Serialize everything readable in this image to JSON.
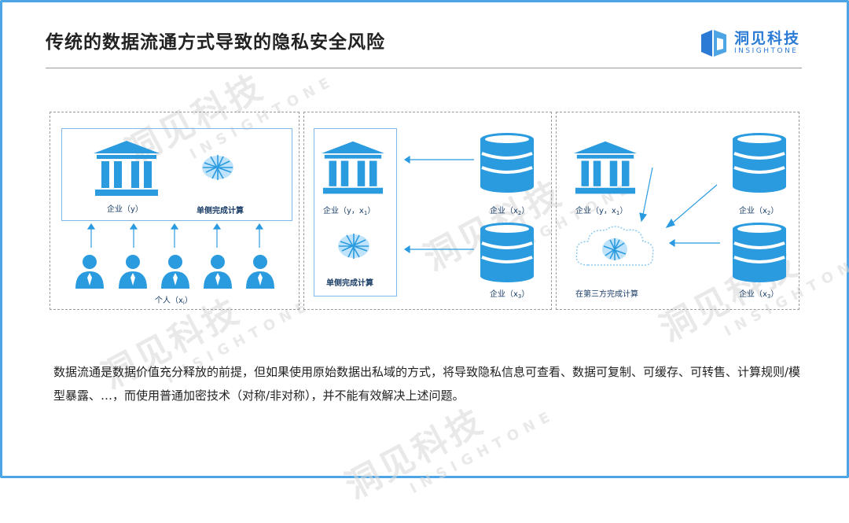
{
  "title": "传统的数据流通方式导致的隐私安全风险",
  "logo": {
    "name": "洞见科技",
    "sub": "INSIGHTONE"
  },
  "watermark": {
    "name": "洞见科技",
    "sub": "INSIGHTONE"
  },
  "colors": {
    "accent": "#2b9be0",
    "frame": "#4ea5e6",
    "label": "#1a3d66"
  },
  "panel1": {
    "enterprise_label": "企业（y）",
    "compute_label": "单侧完成计算",
    "persons_label_main": "个人（x",
    "persons_label_sub": "i",
    "persons_label_end": "）"
  },
  "panel2": {
    "enterprise_main": "企业（y，x",
    "enterprise_sub": "1",
    "enterprise_end": "）",
    "compute_label": "单侧完成计算",
    "db1_main": "企业（x",
    "db1_sub": "2",
    "db1_end": "）",
    "db2_main": "企业（x",
    "db2_sub": "3",
    "db2_end": "）"
  },
  "panel3": {
    "enterprise_main": "企业（y，x",
    "enterprise_sub": "1",
    "enterprise_end": "）",
    "compute_label": "在第三方完成计算",
    "db1_main": "企业（x",
    "db1_sub": "2",
    "db1_end": "）",
    "db2_main": "企业（x",
    "db2_sub": "3",
    "db2_end": "）"
  },
  "caption": "数据流通是数据价值充分释放的前提，但如果使用原始数据出私域的方式，将导致隐私信息可查看、数据可复制、可缓存、可转售、计算规则/模型暴露、…，而使用普通加密技术（对称/非对称），并不能有效解决上述问题。"
}
